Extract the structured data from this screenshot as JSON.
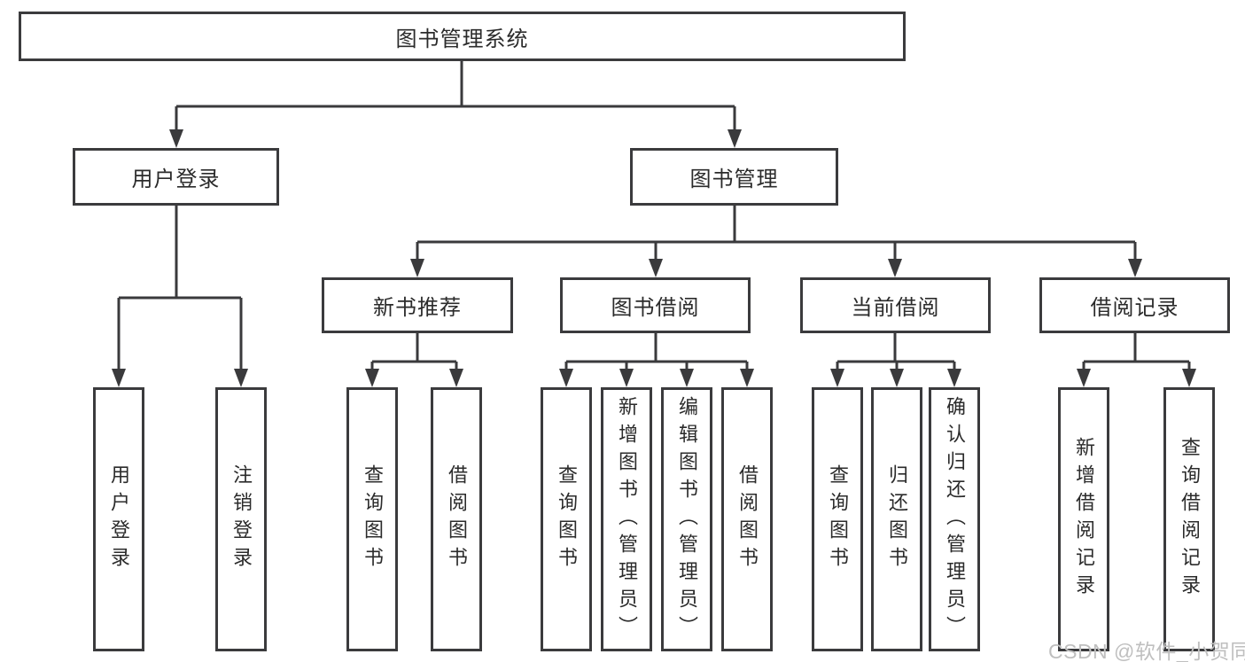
{
  "diagram": {
    "type": "hierarchy-diagram",
    "watermark": "CSDN @软件_小贺同学",
    "colors": {
      "line": "#3a3a3c",
      "box_border": "#3b3b3d",
      "box_fill": "#ffffff",
      "text": "#2b2b2b",
      "watermark": "#bfbfbf"
    },
    "tree": {
      "root": {
        "label": "图书管理系统"
      },
      "branches": [
        {
          "label": "用户登录",
          "children": [
            {
              "label": "用户登录"
            },
            {
              "label": "注销登录"
            }
          ]
        },
        {
          "label": "图书管理",
          "children": [
            {
              "label": "新书推荐",
              "children": [
                {
                  "label": "查询图书"
                },
                {
                  "label": "借阅图书"
                }
              ]
            },
            {
              "label": "图书借阅",
              "children": [
                {
                  "label": "查询图书"
                },
                {
                  "label": "新增图书（管理员）"
                },
                {
                  "label": "编辑图书（管理员）"
                },
                {
                  "label": "借阅图书"
                }
              ]
            },
            {
              "label": "当前借阅",
              "children": [
                {
                  "label": "查询图书"
                },
                {
                  "label": "归还图书"
                },
                {
                  "label": "确认归还（管理员）"
                }
              ]
            },
            {
              "label": "借阅记录",
              "children": [
                {
                  "label": "新增借阅记录"
                },
                {
                  "label": "查询借阅记录"
                }
              ]
            }
          ]
        }
      ]
    }
  }
}
